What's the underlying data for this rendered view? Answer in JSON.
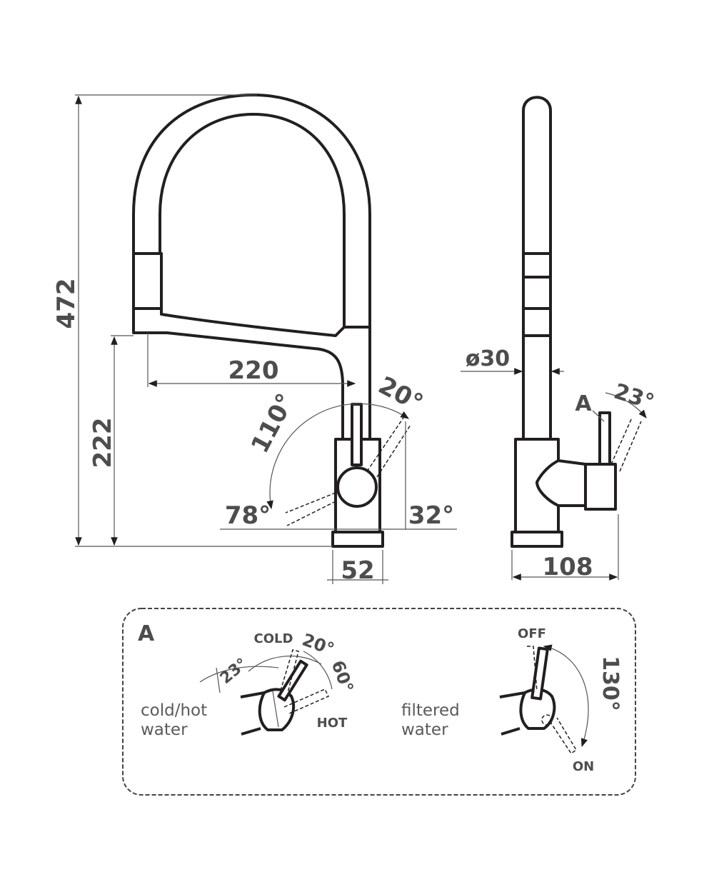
{
  "front_view": {
    "height_total": "472",
    "height_spout": "222",
    "reach": "220",
    "base_width": "52",
    "angle_110": "110°",
    "angle_20": "20°",
    "angle_78": "78°",
    "angle_32": "32°"
  },
  "side_view": {
    "diameter": "ø30",
    "detail_marker": "A",
    "angle_23": "23°",
    "depth": "108"
  },
  "detail": {
    "title": "A",
    "mixer": {
      "label_line1": "cold/hot",
      "label_line2": "water",
      "cold": "COLD",
      "hot": "HOT",
      "angle_23": "23°",
      "angle_20": "20°",
      "angle_60": "60°"
    },
    "filter": {
      "label_line1": "filtered",
      "label_line2": "water",
      "off": "OFF",
      "on": "ON",
      "angle_130": "130°"
    }
  },
  "colors": {
    "outline": "#231f20",
    "text": "#4d4d4d"
  }
}
